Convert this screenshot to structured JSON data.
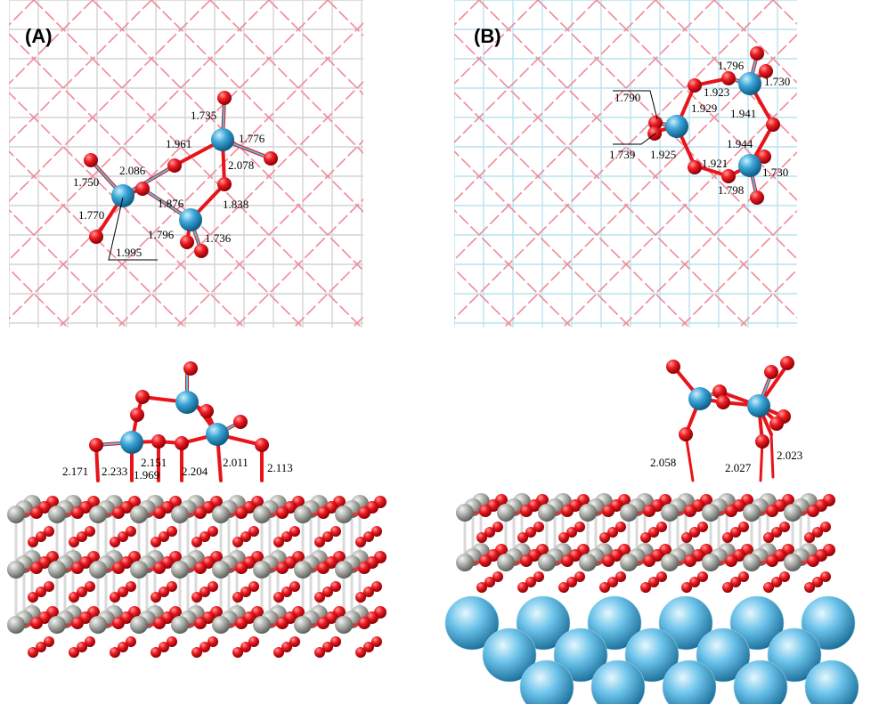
{
  "panels": {
    "A": {
      "label": "(A)",
      "top_view_labels": [
        "1.735",
        "1.776",
        "1.961",
        "2.078",
        "2.086",
        "1.750",
        "1.876",
        "1.838",
        "1.770",
        "1.796",
        "1.736",
        "1.995"
      ],
      "side_view_labels": [
        "2.171",
        "2.233",
        "2.151",
        "1.969",
        "2.204",
        "2.011",
        "2.113"
      ]
    },
    "B": {
      "label": "(B)",
      "top_view_labels": [
        "1.796",
        "1.730",
        "1.923",
        "1.790",
        "1.929",
        "1.941",
        "1.944",
        "1.739",
        "1.925",
        "1.921",
        "1.730",
        "1.798"
      ],
      "side_view_labels": [
        "2.058",
        "2.027",
        "2.023"
      ]
    }
  },
  "colors": {
    "oxygen": "#e8141a",
    "metal_blue": "#3aa6d8",
    "support_gray": "#a9aca7",
    "substrate_blue": "#6cc3ea",
    "lattice_pink": "#f08a9a",
    "lattice_gray": "#d4d4d4",
    "lattice_cyan": "#b9e3ef",
    "bond_cyan": "#4cc3e6"
  }
}
